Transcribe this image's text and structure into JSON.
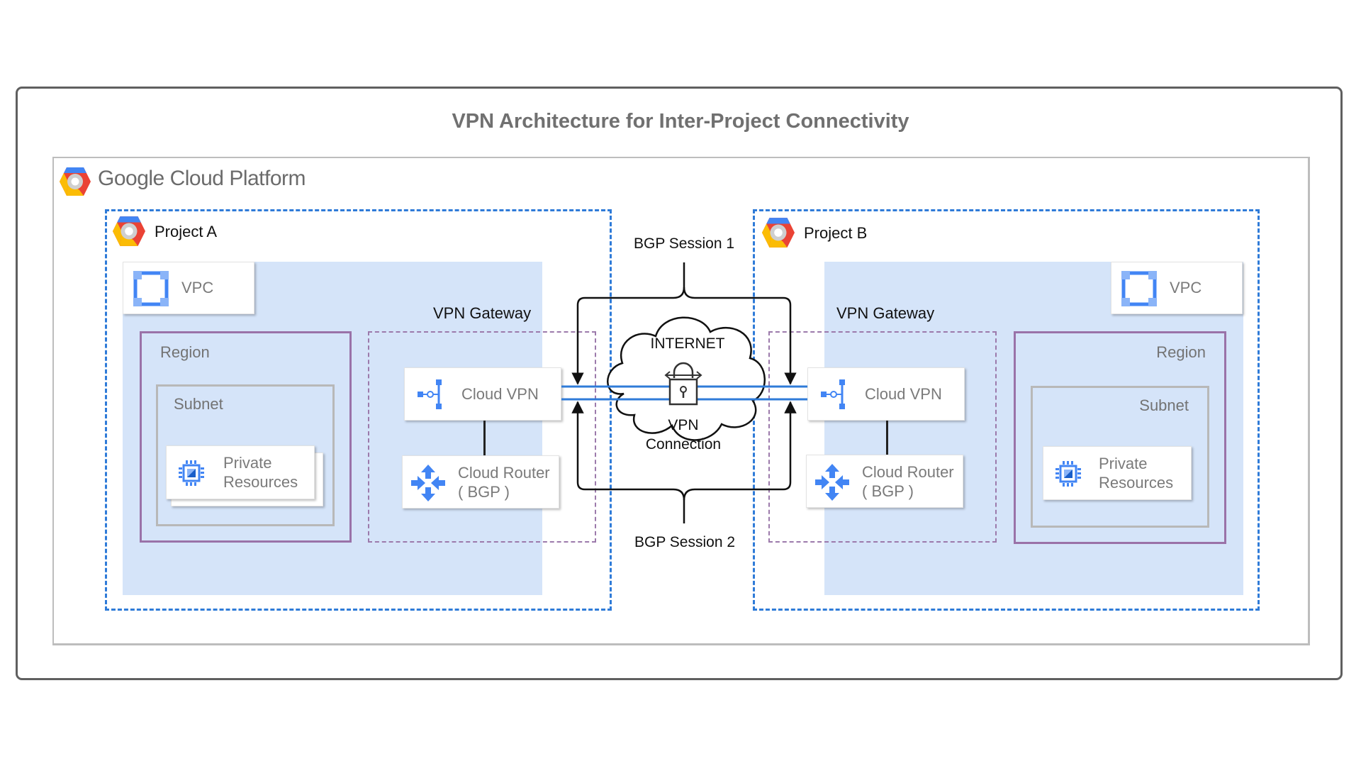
{
  "title": "VPN Architecture for Inter-Project Connectivity",
  "platform": {
    "name_google": "Google",
    "name_rest": "Cloud Platform",
    "logo_icon": "gcp-hexagon-icon"
  },
  "colors": {
    "project_border": "#2f7bd8",
    "vpc_background": "#d5e4f9",
    "region_border": "#9a72a8",
    "gateway_border": "#9c7aab",
    "tunnel_line": "#2f7bd8",
    "icon_blue": "#4285f4"
  },
  "projects": [
    {
      "label": "Project A",
      "vpc_label": "VPC",
      "region_label": "Region",
      "subnet_label": "Subnet",
      "resource_label_line1": "Private",
      "resource_label_line2": "Resources",
      "gateway_label": "VPN Gateway",
      "cloud_vpn_label": "Cloud VPN",
      "router_label_line1": "Cloud Router",
      "router_label_line2": "( BGP )"
    },
    {
      "label": "Project B",
      "vpc_label": "VPC",
      "region_label": "Region",
      "subnet_label": "Subnet",
      "resource_label_line1": "Private",
      "resource_label_line2": "Resources",
      "gateway_label": "VPN Gateway",
      "cloud_vpn_label": "Cloud VPN",
      "router_label_line1": "Cloud Router",
      "router_label_line2": "( BGP )"
    }
  ],
  "internet": {
    "label": "INTERNET",
    "connection_line1": "VPN",
    "connection_line2": "Connection",
    "lock_icon": "lock-icon"
  },
  "bgp_sessions": [
    {
      "label": "BGP Session 1"
    },
    {
      "label": "BGP Session 2"
    }
  ]
}
